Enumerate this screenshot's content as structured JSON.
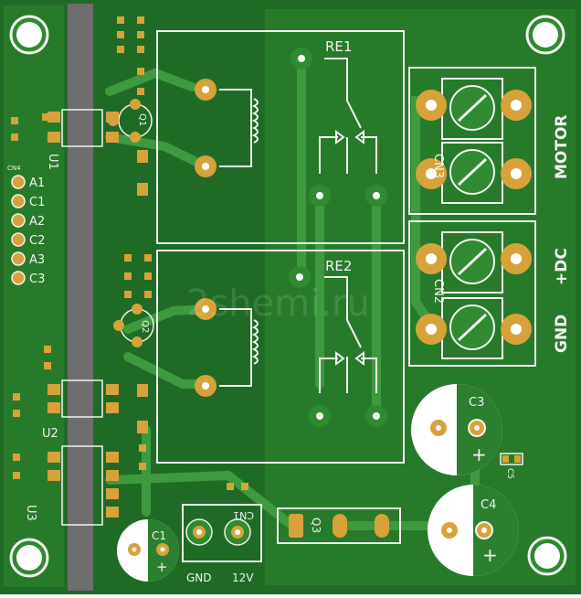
{
  "board": {
    "colors": {
      "substrate": "#1f6b25",
      "copper_pour": "#2b7f2f",
      "trace": "#3a8f3a",
      "pad_gold": "#d8a23a",
      "pad_gold_dark": "#b07a1f",
      "silk": "#f2f2f2",
      "strip": "#6e6e6e"
    },
    "labels": {
      "re1": "RE1",
      "re2": "RE2",
      "q1": "Q1",
      "q2": "Q2",
      "q3": "Q3",
      "u1": "U1",
      "u2": "U2",
      "u3": "U3",
      "cn1": "CN1",
      "cn2": "CN2",
      "cn3": "CN3",
      "cn4": "CN4",
      "c1": "C1",
      "c3": "C3",
      "c4": "C4",
      "c5": "C5",
      "motor": "MOTOR",
      "dc": "+DC",
      "gnd_side": "GND",
      "gnd": "GND",
      "v12": "12V",
      "a1": "A1",
      "c1_pin": "C1",
      "a2": "A2",
      "c2": "C2",
      "a3": "A3",
      "c3_pin": "C3",
      "plus": "+",
      "watermark": "2shemi.ru"
    }
  }
}
